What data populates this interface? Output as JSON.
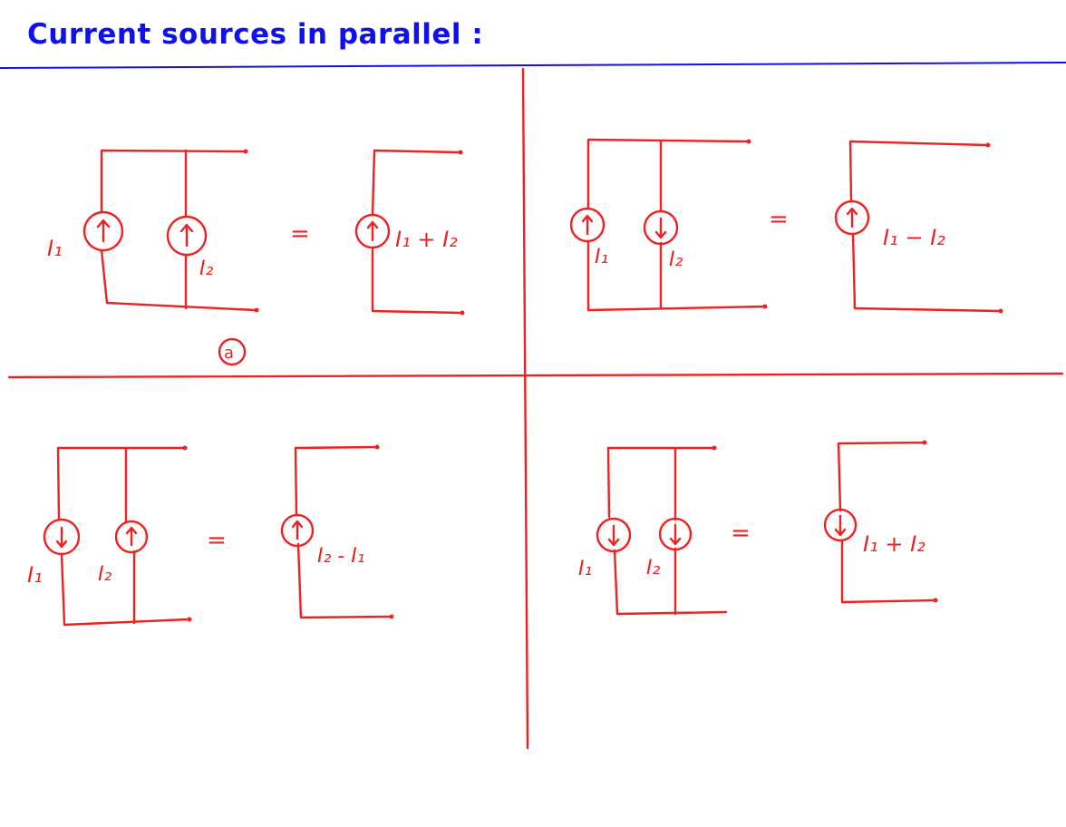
{
  "title": "Current sources in parallel :",
  "colors": {
    "title": "#1010ee",
    "ink": "#ee2222",
    "rule": "#1010ee"
  },
  "panel_a": {
    "tag": "a",
    "label_src1": "I₁",
    "label_src2": "I₂",
    "equals": "=",
    "result": "I₁ + I₂"
  },
  "panel_b": {
    "label_src1": "I₁",
    "label_src2": "I₂",
    "equals": "=",
    "result": "I₁ − I₂"
  },
  "panel_c": {
    "label_src1": "I₁",
    "label_src2": "I₂",
    "equals": "=",
    "result": "I₂ - I₁"
  },
  "panel_d": {
    "label_src1": "I₁",
    "label_src2": "I₂",
    "equals": "=",
    "result": "I₁ + I₂"
  },
  "icons": [
    "current-source-up-icon",
    "current-source-down-icon"
  ]
}
